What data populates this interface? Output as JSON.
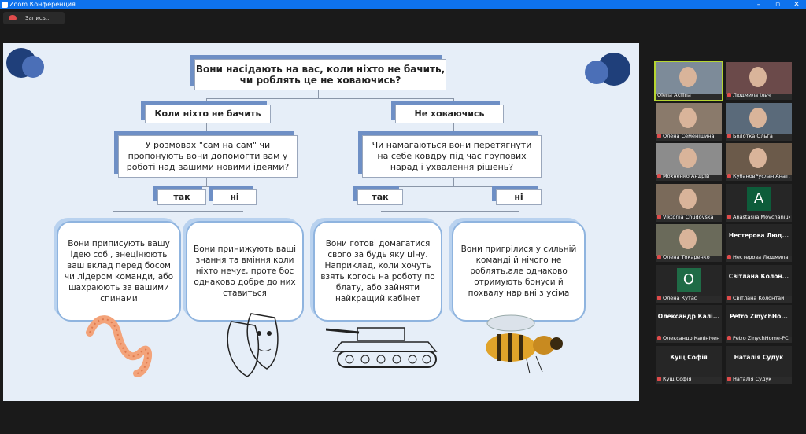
{
  "window": {
    "title": "Zoom Конференция"
  },
  "toolbar": {
    "record_label": "Запись..."
  },
  "slide": {
    "question": "Вони насідають на вас, коли ніхто не бачить, чи роблять це не ховаючись?",
    "branch_left": "Коли ніхто не бачить",
    "branch_right": "Не ховаючись",
    "q_left": "У розмовах \"сам на сам\" чи пропонують вони допомогти вам у роботі над вашими новими ідеями?",
    "q_right": "Чи намагаються вони перетягнути на себе ковдру під час групових нарад і ухвалення рішень?",
    "yes": "так",
    "no": "ні",
    "card1": "Вони приписують вашу ідею собі, знецінюють ваш вклад перед босом чи лідером команди, або шахраюють за вашими спинами",
    "card2": "Вони принижують ваші знання та вміння коли ніхто нечує, проте бос однаково добре до них ставиться",
    "card3": "Вони готові домагатися свого за будь яку ціну. Наприклад, коли хочуть взять когось на роботу по блату, або зайняти найкращий кабінет",
    "card4": "Вони пригрілися у сильній команді й нічого не роблять,але однаково отримують бонуси й похвалу нарівні з усіма"
  },
  "participants": [
    {
      "name": "Olena Akilina",
      "muted": false
    },
    {
      "name": "Людмила Ільч",
      "muted": true
    },
    {
      "name": "Олена Семенішина",
      "muted": true
    },
    {
      "name": "Болотка Ольга",
      "muted": true
    },
    {
      "name": "Мохненко Андрій",
      "muted": true
    },
    {
      "name": "КубановРуслан Анат...",
      "muted": true
    },
    {
      "name": "Viktoriia Chudovska",
      "muted": true
    },
    {
      "name": "Anastasiia Movchaniuk",
      "muted": true,
      "initial": "A"
    },
    {
      "name": "Олена Токаренко",
      "muted": true
    },
    {
      "name": "Нестерова Людмила",
      "muted": true,
      "display": "Нестерова Люд..."
    },
    {
      "name": "Олена Кутас",
      "muted": true,
      "initial": "O"
    },
    {
      "name": "Світлана Колонтай",
      "muted": true,
      "display": "Світлана Колон..."
    },
    {
      "name": "Олександр Калініченко",
      "muted": true,
      "display": "Олександр Калі...",
      "short": "Олександр Калінічен..."
    },
    {
      "name": "Petro ZinychHome-PC",
      "muted": true,
      "display": "Petro ZinychHo..."
    },
    {
      "name": "Кущ Софія",
      "muted": true,
      "display": "Кущ Софія"
    },
    {
      "name": "Наталія Судук",
      "muted": true,
      "display": "Наталія Судук"
    }
  ]
}
